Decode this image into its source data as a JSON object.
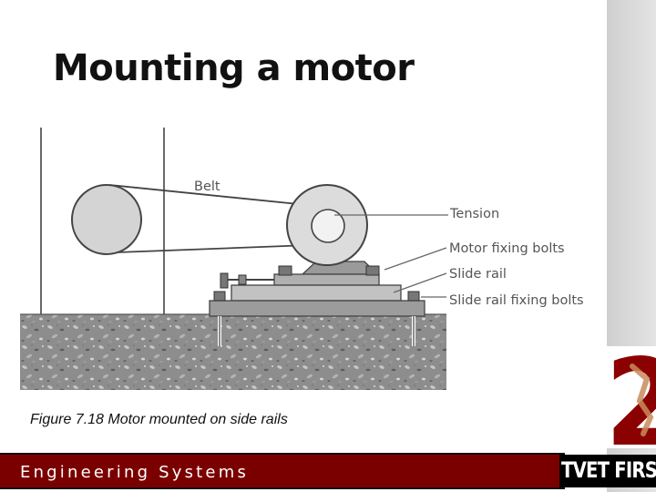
{
  "slide": {
    "title": "Mounting a motor",
    "caption": "Figure 7.18 Motor mounted on side rails",
    "footer": "Engineering Systems"
  },
  "diagram": {
    "labels": {
      "belt": "Belt",
      "tension": "Tension",
      "motor_fixing_bolts": "Motor fixing bolts",
      "slide_rail": "Slide rail",
      "slide_rail_fixing_bolts": "Slide rail fixing bolts"
    }
  },
  "logo": {
    "number": "2",
    "text": "TVET FIRST"
  },
  "colors": {
    "footer_bar": "#7a0000",
    "logo_number": "#8b0000"
  }
}
